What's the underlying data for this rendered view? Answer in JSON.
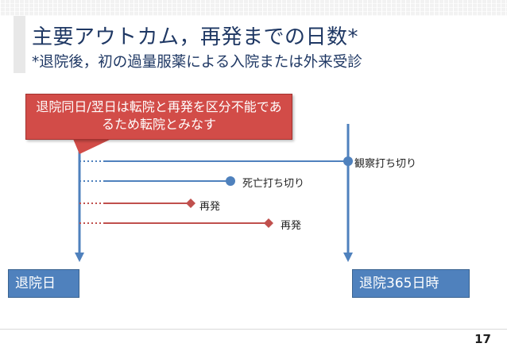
{
  "title": "主要アウトカム，再発までの日数*",
  "subtitle": "*退院後，初の過量服薬による入院または外来受診",
  "callout": "退院同日/翌日は転院と再発を区分不能であるため転院とみなす",
  "start_label": "退院日",
  "end_label": "退院365日時",
  "events": [
    {
      "label": "観察打ち切り",
      "color": "#4f81bd",
      "marker": "circle"
    },
    {
      "label": "死亡打ち切り",
      "color": "#4f81bd",
      "marker": "circle"
    },
    {
      "label": "再発",
      "color": "#c0504d",
      "marker": "diamond"
    },
    {
      "label": "再発",
      "color": "#c0504d",
      "marker": "diamond"
    }
  ],
  "page_number": "17",
  "colors": {
    "title": "#1f3864",
    "blue": "#4f81bd",
    "red": "#c0504d",
    "callout": "#d24c48"
  }
}
